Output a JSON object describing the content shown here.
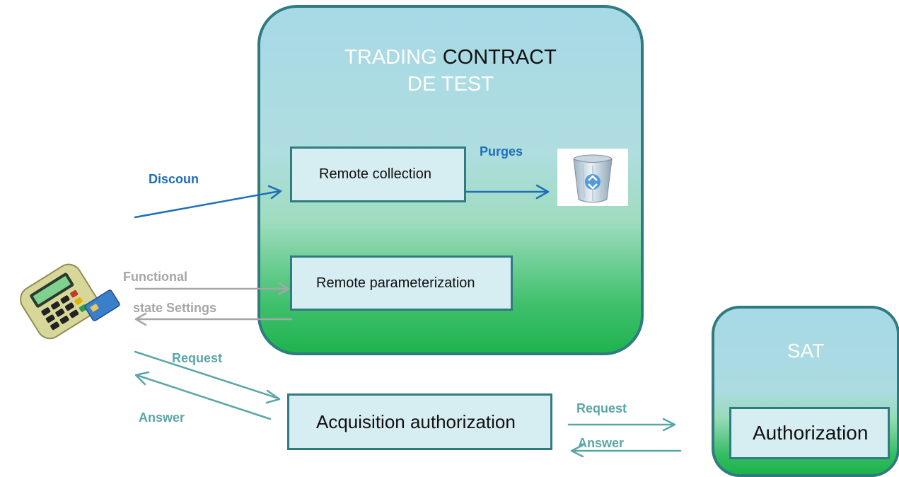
{
  "trading_box": {
    "title_part1": "TRADING ",
    "title_part2": "CONTRACT",
    "title_line2": "DE TEST"
  },
  "sat_box": {
    "title": "SAT"
  },
  "components": {
    "remote_collection": "Remote collection",
    "remote_parameterization": "Remote parameterization",
    "acquisition_authorization": "Acquisition authorization",
    "authorization": "Authorization"
  },
  "flow_labels": {
    "discount": "Discoun",
    "purges": "Purges",
    "functional": "Functional",
    "state_settings": "state Settings",
    "request_left": "Request",
    "answer_left": "Answer",
    "request_right": "Request",
    "answer_right": "Answer"
  },
  "icons": [
    "recycle-bin-icon",
    "payment-terminal-icon"
  ],
  "colors": {
    "box_border": "#2e7b80",
    "blue_arrow": "#1d6fb8",
    "grey_arrow": "#a6a6a6",
    "teal_arrow": "#5aa6a6"
  }
}
